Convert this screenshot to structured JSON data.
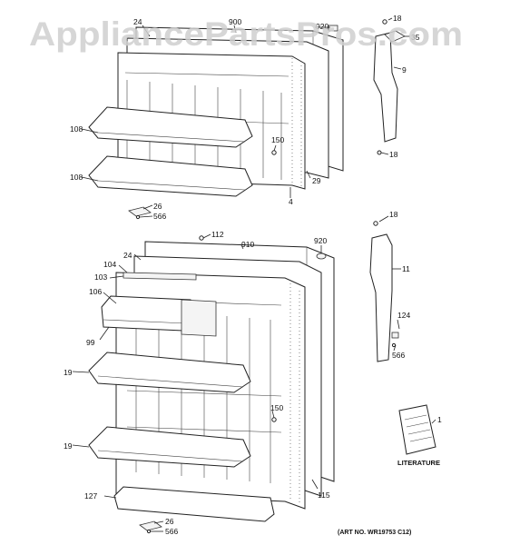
{
  "watermark": "AppliancePartsPros.com",
  "upper_door_callouts": {
    "c24": "24",
    "c900": "900",
    "c920": "920",
    "c18a": "18",
    "c35": "35",
    "c9": "9",
    "c108a": "108",
    "c150": "150",
    "c108b": "108",
    "c29": "29",
    "c18b": "18",
    "c4": "4",
    "c26": "26",
    "c566": "566"
  },
  "lower_door_callouts": {
    "c112": "112",
    "c910": "910",
    "c920": "920",
    "c24": "24",
    "c104": "104",
    "c103": "103",
    "c106": "106",
    "c18": "18",
    "c11": "11",
    "c124": "124",
    "c566a": "566",
    "c99": "99",
    "c19a": "19",
    "c150": "150",
    "c19b": "19",
    "c1": "1",
    "c127": "127",
    "c115": "115",
    "c26": "26",
    "c566b": "566"
  },
  "literature_label": "LITERATURE",
  "art_number": "(ART NO. WR19753 C12)"
}
